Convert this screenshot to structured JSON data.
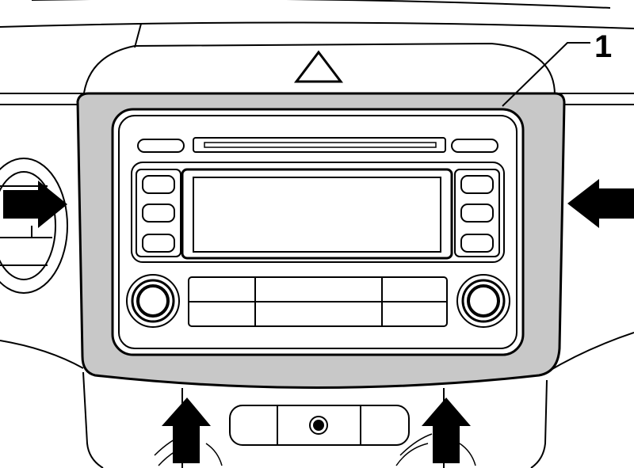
{
  "callouts": [
    {
      "label": "1",
      "target": "trim-panel"
    }
  ],
  "arrows": [
    {
      "name": "left",
      "direction": "right"
    },
    {
      "name": "right",
      "direction": "left"
    },
    {
      "name": "bottom-left",
      "direction": "up"
    },
    {
      "name": "bottom-right",
      "direction": "up"
    }
  ],
  "colors": {
    "line": "#000000",
    "trim_fill": "#c8c8c8",
    "background": "#ffffff",
    "arrow": "#000000"
  }
}
